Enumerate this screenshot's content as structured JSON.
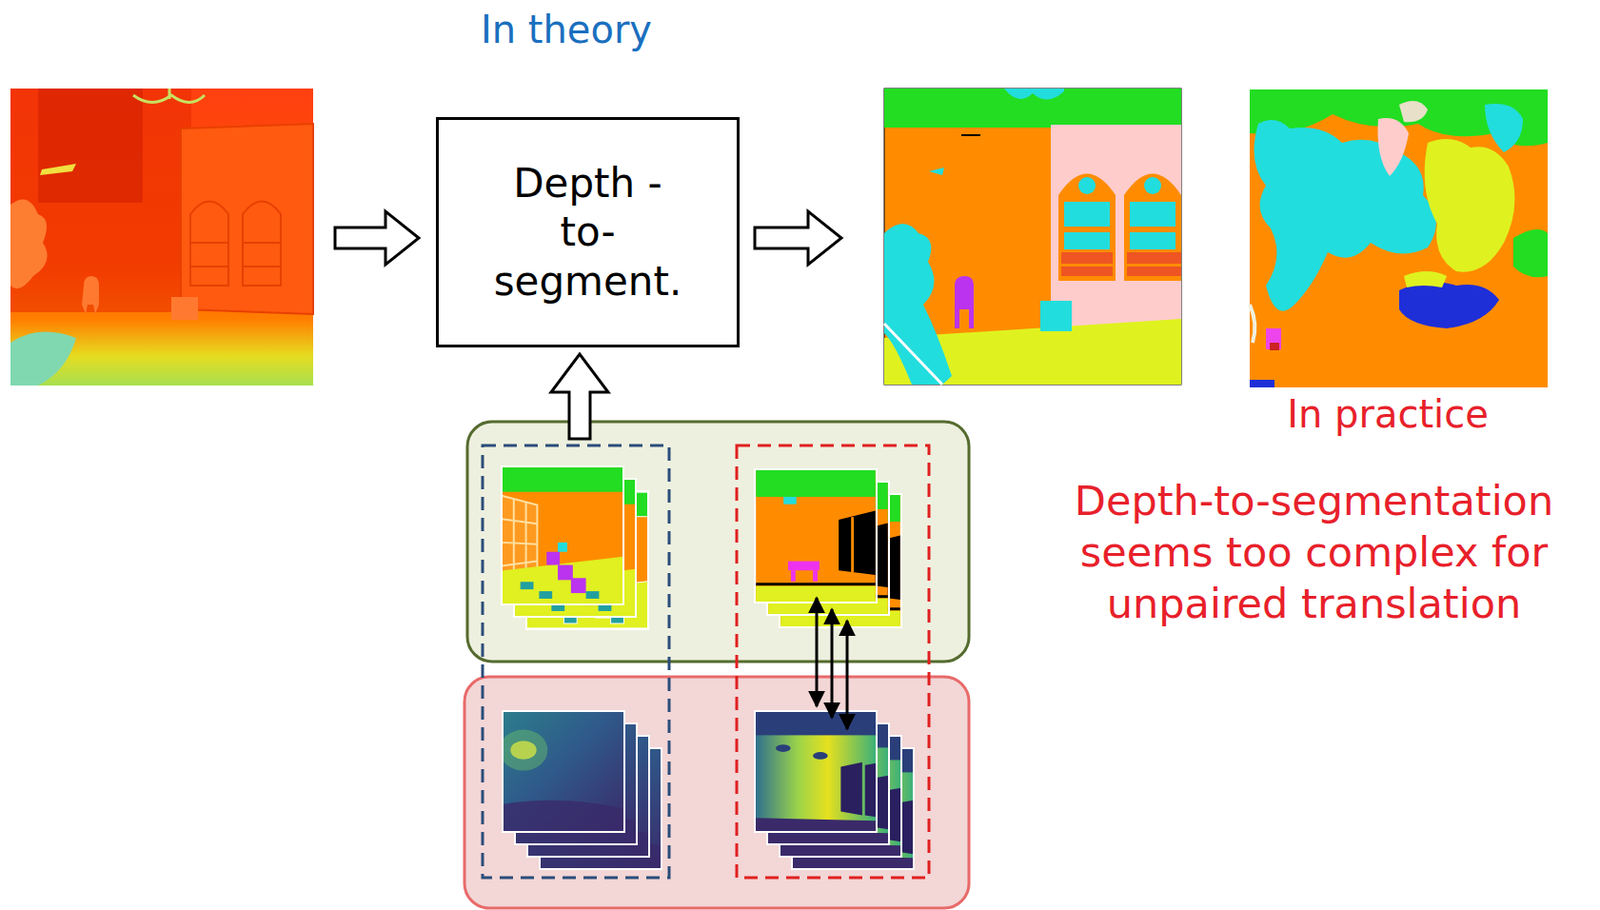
{
  "diagram": {
    "nodes": [
      {
        "text": [
          "Depth -to- segment."
        ]
      }
    ],
    "labels": [
      "In theory",
      "In practice",
      "Depth-to-segmentation seems too complex for unpaired translation"
    ]
  }
}
